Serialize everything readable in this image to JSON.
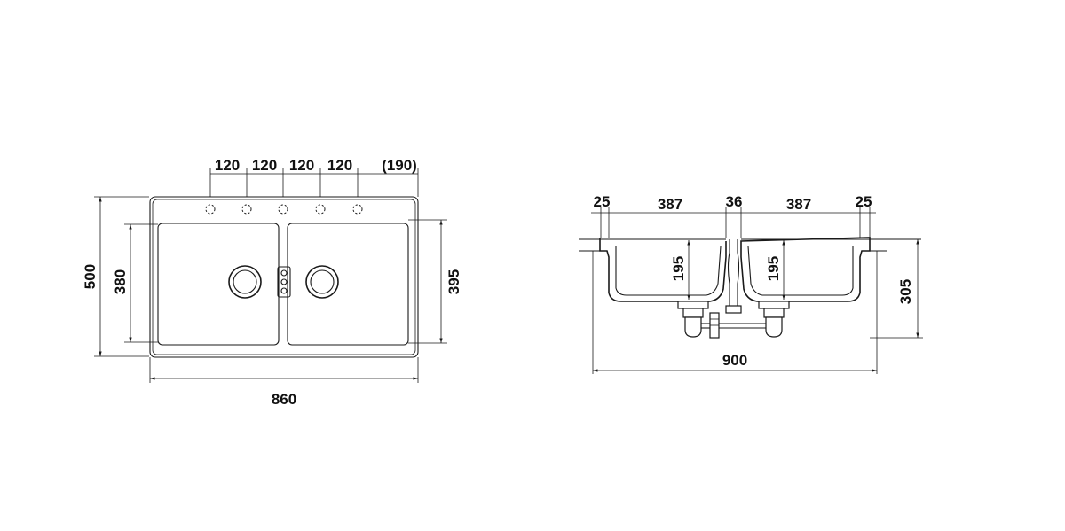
{
  "top_view": {
    "faucet_spacing": [
      "120",
      "120",
      "120",
      "120",
      "(190)"
    ],
    "overall_height": "500",
    "bowl_height_left": "380",
    "bowl_height_right": "395",
    "overall_width": "860"
  },
  "side_view": {
    "segments": [
      "25",
      "387",
      "36",
      "387",
      "25"
    ],
    "bowl_depth_left": "195",
    "bowl_depth_right": "195",
    "total_depth": "305",
    "overall_width": "900"
  }
}
